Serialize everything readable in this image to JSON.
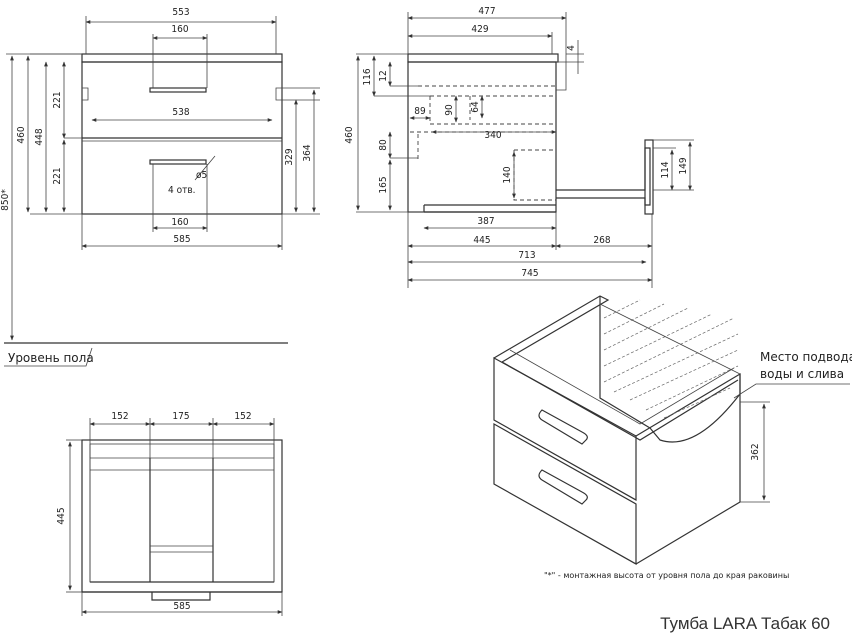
{
  "caption": "Тумба LARA Табак 60",
  "floor_label": "Уровень пола",
  "footnote": "\"*\" - монтажная высота от уровня пола до края раковины",
  "hookup_label": [
    "Место подвода",
    "воды и слива"
  ],
  "holes_label": "4 отв.",
  "hole_diameter": "ø5",
  "front": {
    "width_top": "553",
    "handle_top": "160",
    "inner_width": "538",
    "handle_bottom": "160",
    "width_bottom": "585",
    "h_total": "460",
    "h_body": "448",
    "h_drawer_top": "221",
    "h_drawer_bottom": "221",
    "h_side_a": "329",
    "h_side_b": "364",
    "mount_height": "850*"
  },
  "side": {
    "depth_top": "477",
    "depth_inner": "429",
    "top_offset": "4",
    "h_total": "460",
    "h_116": "116",
    "h_12": "12",
    "h_80": "80",
    "h_165": "165",
    "w_89": "89",
    "h_90": "90",
    "h_64": "64",
    "w_340": "340",
    "h_140": "140",
    "w_387": "387",
    "w_445": "445",
    "w_268": "268",
    "h_114": "114",
    "h_149": "149",
    "w_713": "713",
    "w_745": "745"
  },
  "top_view": {
    "w_left": "152",
    "w_mid": "175",
    "w_right": "152",
    "depth": "445",
    "width": "585"
  },
  "iso": {
    "h_362": "362"
  }
}
